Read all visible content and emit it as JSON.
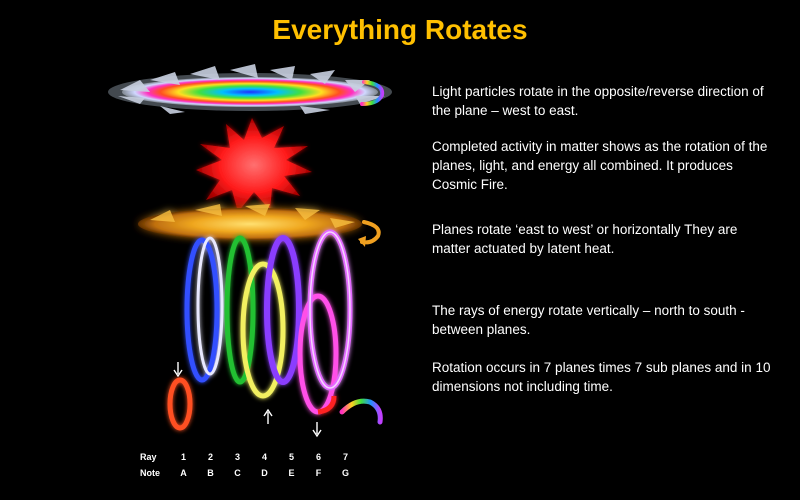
{
  "title": "Everything Rotates",
  "paragraphs": [
    "Light particles rotate in the opposite/reverse direction of the plane – west to east.",
    "Completed activity in matter shows as the rotation of the planes, light, and energy all combined. It produces Cosmic Fire.",
    "Planes rotate ‘east to west’ or horizontally They are matter actuated by latent heat.",
    "The rays of energy rotate vertically – north to south -  between planes.",
    "Rotation occurs in 7 planes times 7 sub planes and in 10 dimensions not including time."
  ],
  "table": {
    "ray_label": "Ray",
    "note_label": "Note",
    "rays": [
      "1",
      "2",
      "3",
      "4",
      "5",
      "6",
      "7"
    ],
    "notes": [
      "A",
      "B",
      "C",
      "D",
      "E",
      "F",
      "G"
    ]
  },
  "colors": {
    "title": "#ffc000",
    "ring_colors": [
      "#4a6bff",
      "#d8d8ff",
      "#20c030",
      "#f2f060",
      "#8a3cff",
      "#ff4fe8",
      "#e26bff"
    ],
    "red_ring": "#ff5020",
    "star": "#ff2020",
    "gold_disc": "#f0a020"
  },
  "icons": [
    "rainbow-disc-icon",
    "rotation-arrow-rainbow-icon",
    "red-star-icon",
    "gold-disc-icon",
    "rotation-arrow-orange-icon",
    "down-arrow-icon",
    "up-arrow-icon"
  ]
}
